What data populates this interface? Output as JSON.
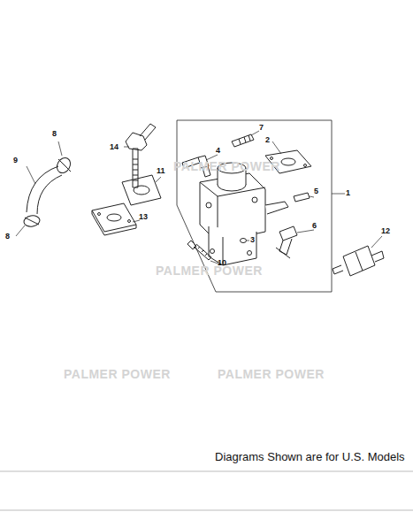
{
  "diagram": {
    "labels": [
      "1",
      "2",
      "3",
      "4",
      "5",
      "6",
      "7",
      "8",
      "9",
      "10",
      "11",
      "12",
      "13",
      "14",
      "8",
      "PALMER POWER",
      "PALMER POWER",
      "PALMER POWER",
      "PALMER POWER",
      "Diagrams Shown are for U.S. Models"
    ]
  }
}
